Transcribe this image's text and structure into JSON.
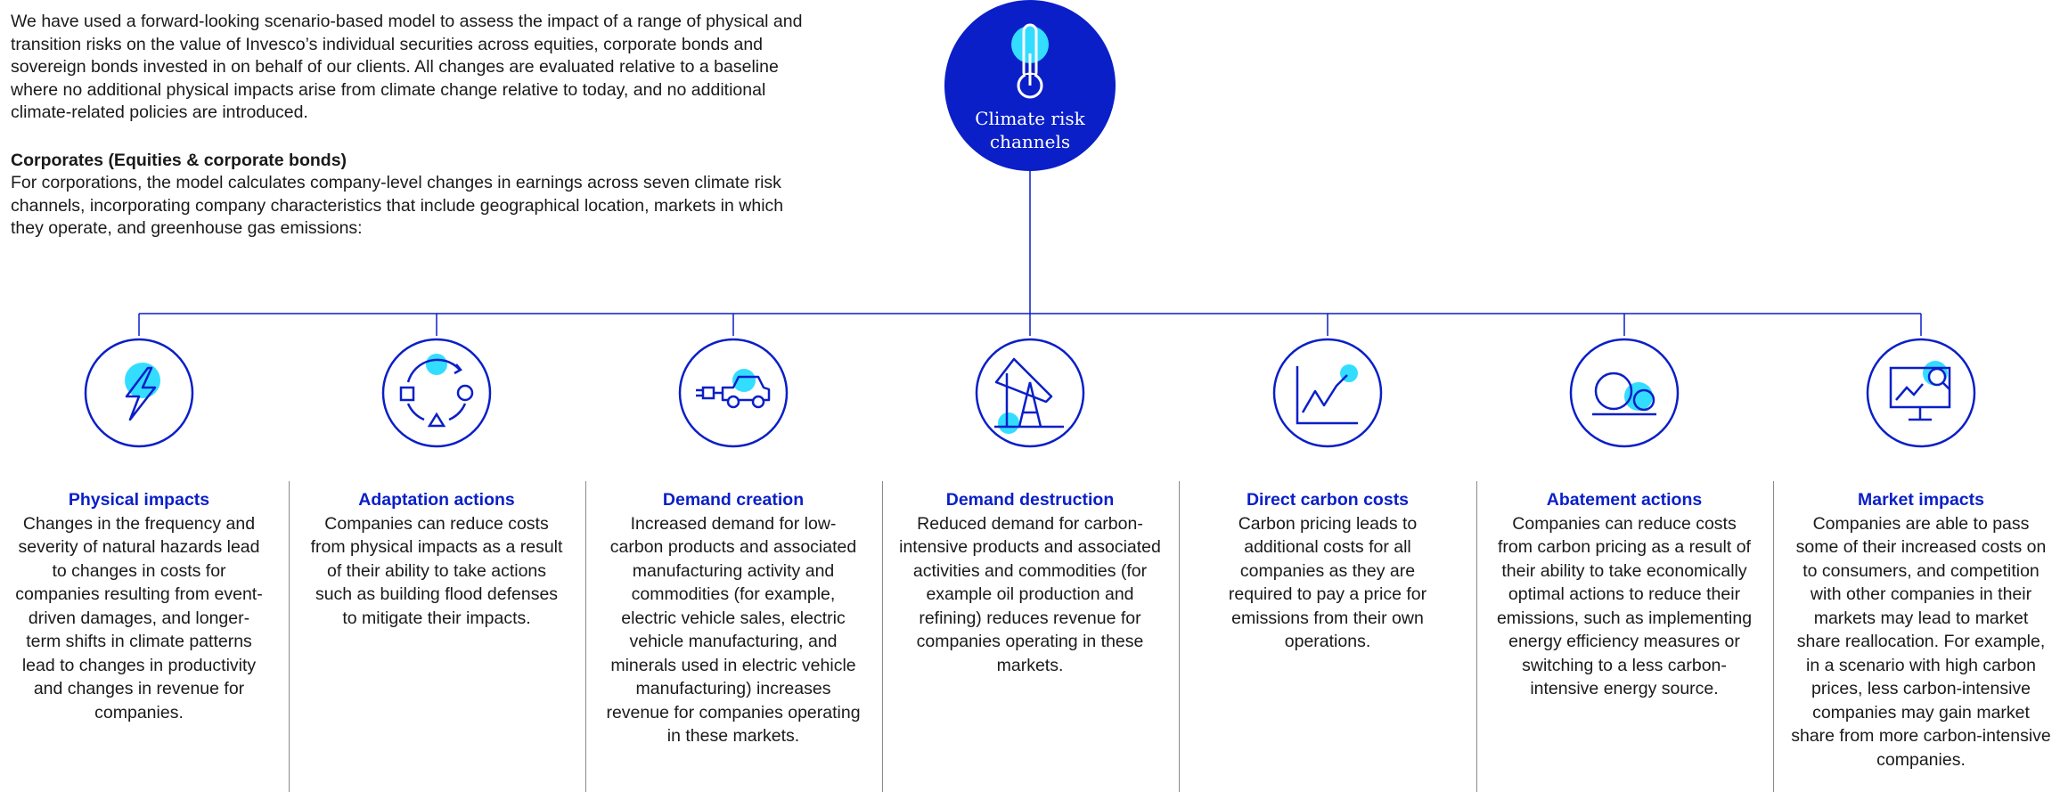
{
  "intro": {
    "paragraph": "We have used a forward-looking scenario-based model to assess the impact of a range of physical and transition risks on the value of Invesco’s individual securities across equities, corporate bonds and sovereign bonds invested in on behalf of our clients. All changes are evaluated relative to a baseline where no additional physical impacts arise from climate change relative to today, and no additional climate-related policies are introduced.",
    "subheading": "Corporates (Equities & corporate bonds)",
    "subparagraph": "For corporations, the model calculates company-level changes in earnings across seven climate risk channels, incorporating company characteristics that include geographical location, markets in which they operate, and greenhouse gas emissions:"
  },
  "hub": {
    "line1": "Climate risk",
    "line2": "channels",
    "icon": "thermometer-icon",
    "color": "#0a1fc8"
  },
  "colors": {
    "accent": "#0a1fc8",
    "highlight": "#33ddff",
    "divider": "#8a8a8a"
  },
  "channels": [
    {
      "title": "Physical impacts",
      "icon": "lightning-bolt-icon",
      "description": "Changes in the frequency and severity of natural hazards lead to changes in costs for companies resulting from event-driven damages, and longer-term shifts in climate patterns lead to changes in productivity and changes in revenue for companies."
    },
    {
      "title": "Adaptation actions",
      "icon": "cycle-arrows-icon",
      "description": "Companies can reduce costs from physical impacts as a result of their ability to take actions such as building flood defenses to mitigate their impacts."
    },
    {
      "title": "Demand creation",
      "icon": "electric-car-plug-icon",
      "description": "Increased demand for low-carbon products and associated manufacturing activity and commodities (for example, electric vehicle sales, electric vehicle manufacturing, and minerals used in electric vehicle manufacturing) increases revenue for companies operating in these markets."
    },
    {
      "title": "Demand destruction",
      "icon": "oil-pump-jack-icon",
      "description": "Reduced demand for carbon-intensive products and associated activities and commodities (for example oil production and refining) reduces revenue for companies operating in these markets."
    },
    {
      "title": "Direct carbon costs",
      "icon": "rising-line-chart-icon",
      "description": "Carbon pricing leads to additional costs for all companies as they are required to pay a price for emissions from their own operations."
    },
    {
      "title": "Abatement actions",
      "icon": "circles-icon",
      "description": "Companies can reduce costs from carbon pricing as a result of their ability to take economically optimal actions to reduce their emissions, such as implementing energy efficiency measures or switching to a less carbon-intensive energy source."
    },
    {
      "title": "Market impacts",
      "icon": "monitor-magnifier-icon",
      "description": "Companies are able to pass some of their increased costs on to consumers, and competition with other companies in their markets may lead to market share reallocation. For example, in a scenario with high carbon prices, less carbon-intensive companies may gain market share from more carbon-intensive companies."
    }
  ]
}
